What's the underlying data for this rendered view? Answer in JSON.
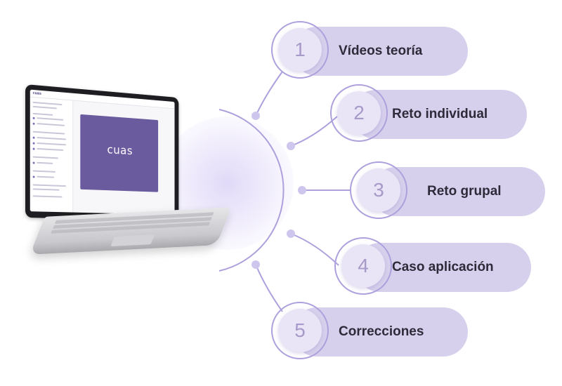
{
  "laptop": {
    "brand": "cuas"
  },
  "steps": [
    {
      "number": "1",
      "label": "Vídeos teoría"
    },
    {
      "number": "2",
      "label": "Reto individual"
    },
    {
      "number": "3",
      "label": "Reto grupal"
    },
    {
      "number": "4",
      "label": "Caso aplicación"
    },
    {
      "number": "5",
      "label": "Correcciones"
    }
  ],
  "colors": {
    "accent": "#aea0dc",
    "pill": "#d7d0ec",
    "node": "#cfc6ee",
    "video": "#6a5a9e"
  },
  "icons": [
    "laptop-icon"
  ]
}
